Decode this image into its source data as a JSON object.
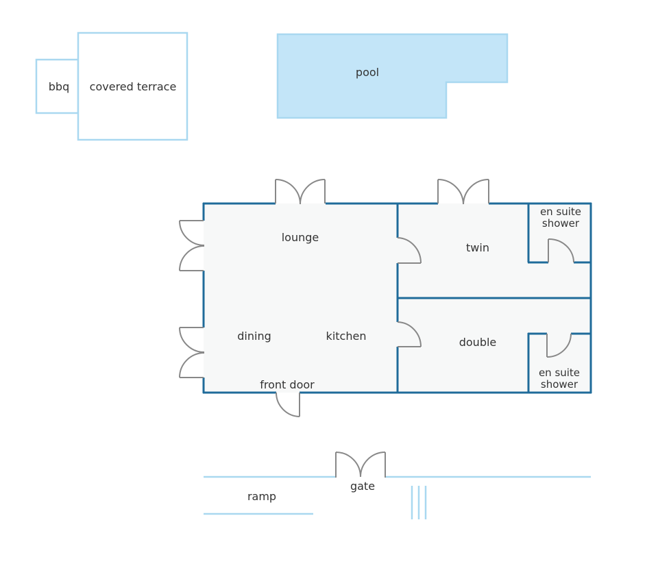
{
  "colors": {
    "outdoor_outline": "#a9d8f0",
    "pool_fill": "#c3e5f8",
    "house_wall": "#1f6b9a",
    "house_floor": "#f7f8f8",
    "door": "#888888",
    "text": "#333333"
  },
  "outdoor": {
    "bbq": "bbq",
    "covered_terrace": "covered terrace",
    "pool": "pool"
  },
  "rooms": {
    "lounge": "lounge",
    "dining": "dining",
    "kitchen": "kitchen",
    "front_door": "front door",
    "twin": "twin",
    "double": "double",
    "ensuite_top_line1": "en suite",
    "ensuite_top_line2": "shower",
    "ensuite_bottom_line1": "en suite",
    "ensuite_bottom_line2": "shower"
  },
  "grounds": {
    "ramp": "ramp",
    "gate": "gate"
  }
}
